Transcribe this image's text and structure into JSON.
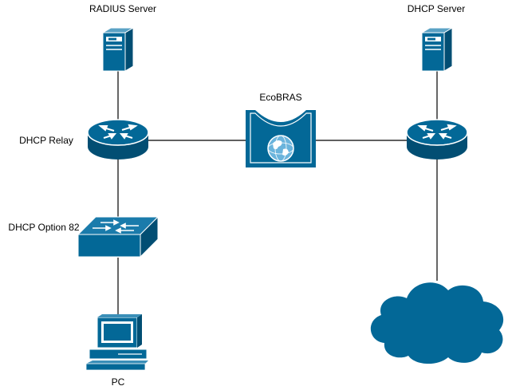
{
  "labels": {
    "radius_server": "RADIUS Server",
    "dhcp_server": "DHCP Server",
    "ecobras": "EcoBRAS",
    "dhcp_relay": "DHCP Relay",
    "dhcp_option_82": "DHCP Option 82",
    "pc": "PC"
  },
  "icons": {
    "radius_server": "server-icon",
    "dhcp_server": "server-icon",
    "ecobras": "bras-globe-icon",
    "dhcp_relay": "router-icon",
    "dhcp_server_router": "router-icon",
    "switch": "switch-icon",
    "pc": "computer-icon",
    "network": "cloud-icon"
  },
  "colors": {
    "device_blue": "#036897",
    "device_dark": "#024e73",
    "line": "#000000"
  }
}
